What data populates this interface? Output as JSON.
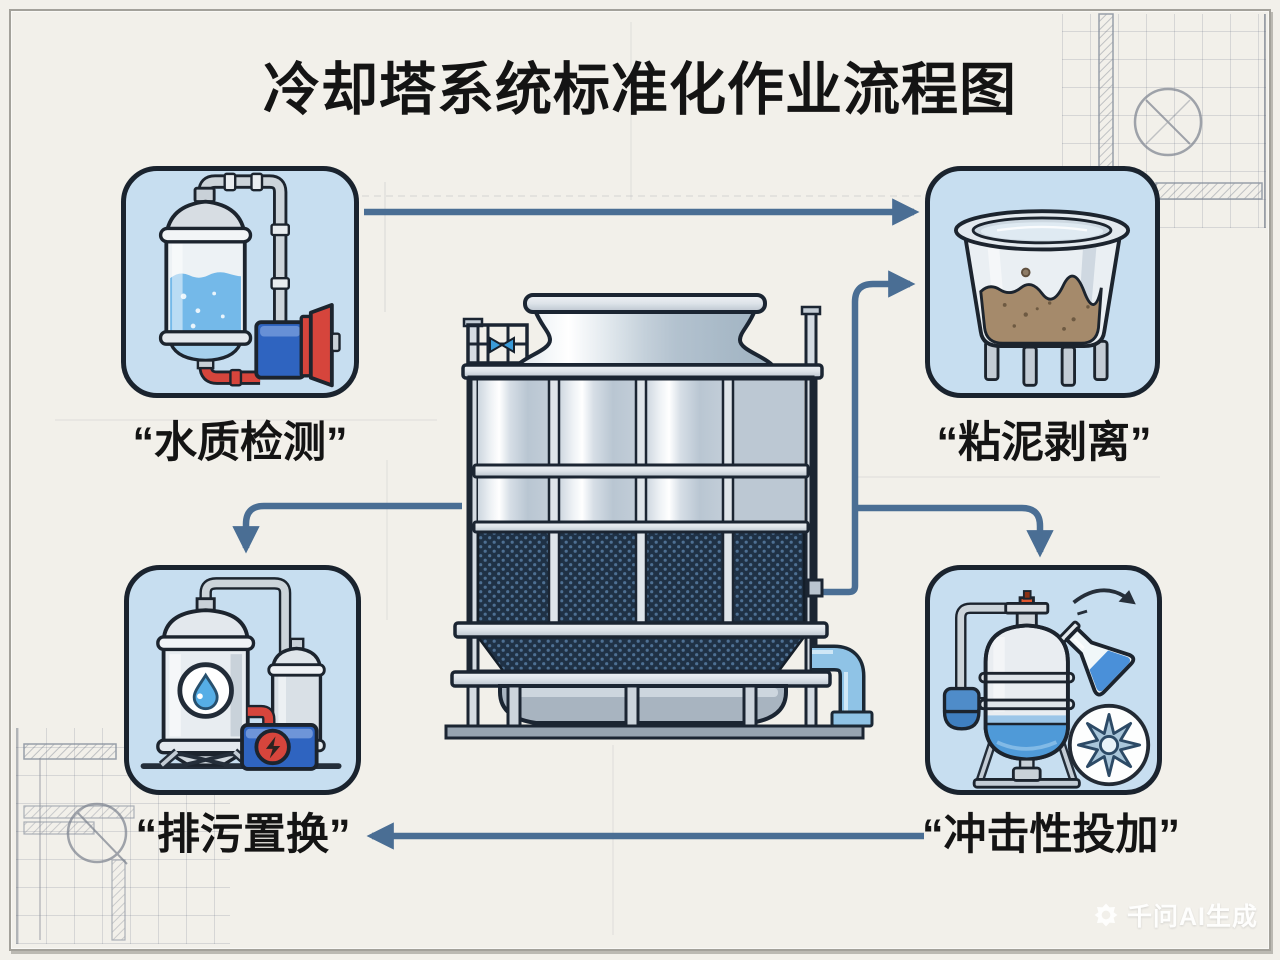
{
  "header": {
    "title": "冷却塔系统标准化作业流程图"
  },
  "steps": [
    {
      "id": "water-quality-test",
      "label": "“水质检测”",
      "icon": "filter-and-pump-illustration",
      "position": "top-left"
    },
    {
      "id": "slime-stripping",
      "label": "“粘泥剥离”",
      "icon": "vessel-with-sediment-illustration",
      "position": "top-right"
    },
    {
      "id": "blowdown-replacement",
      "label": "“排污置换”",
      "icon": "tanks-and-pump-illustration",
      "position": "bottom-left"
    },
    {
      "id": "shock-dosing",
      "label": "“冲击性投加”",
      "icon": "dosing-tank-and-flask-illustration",
      "position": "bottom-right"
    }
  ],
  "center": {
    "icon": "cooling-tower-illustration"
  },
  "flow": [
    {
      "from": "water-quality-test",
      "to": "slime-stripping"
    },
    {
      "from": "cooling-tower",
      "to": "slime-stripping"
    },
    {
      "from": "cooling-tower",
      "to": "shock-dosing"
    },
    {
      "from": "cooling-tower",
      "to": "blowdown-replacement"
    },
    {
      "from": "shock-dosing",
      "to": "blowdown-replacement"
    }
  ],
  "watermark": {
    "icon": "qwen-logo",
    "text": "千问AI生成"
  },
  "colors": {
    "page_bg": "#f2f0ea",
    "box_fill": "#c7def0",
    "box_border": "#1a232e",
    "arrow": "#4a6e94",
    "title_text": "#141414",
    "label_text": "#141414",
    "watermark_text": "#ffffff",
    "tower_mesh": "#1f3145",
    "accent_red": "#d6453c",
    "accent_blue": "#2f64c0",
    "water": "#74b9e9",
    "pipe_blue": "#8fc3e6",
    "sediment": "#a58a6b"
  }
}
